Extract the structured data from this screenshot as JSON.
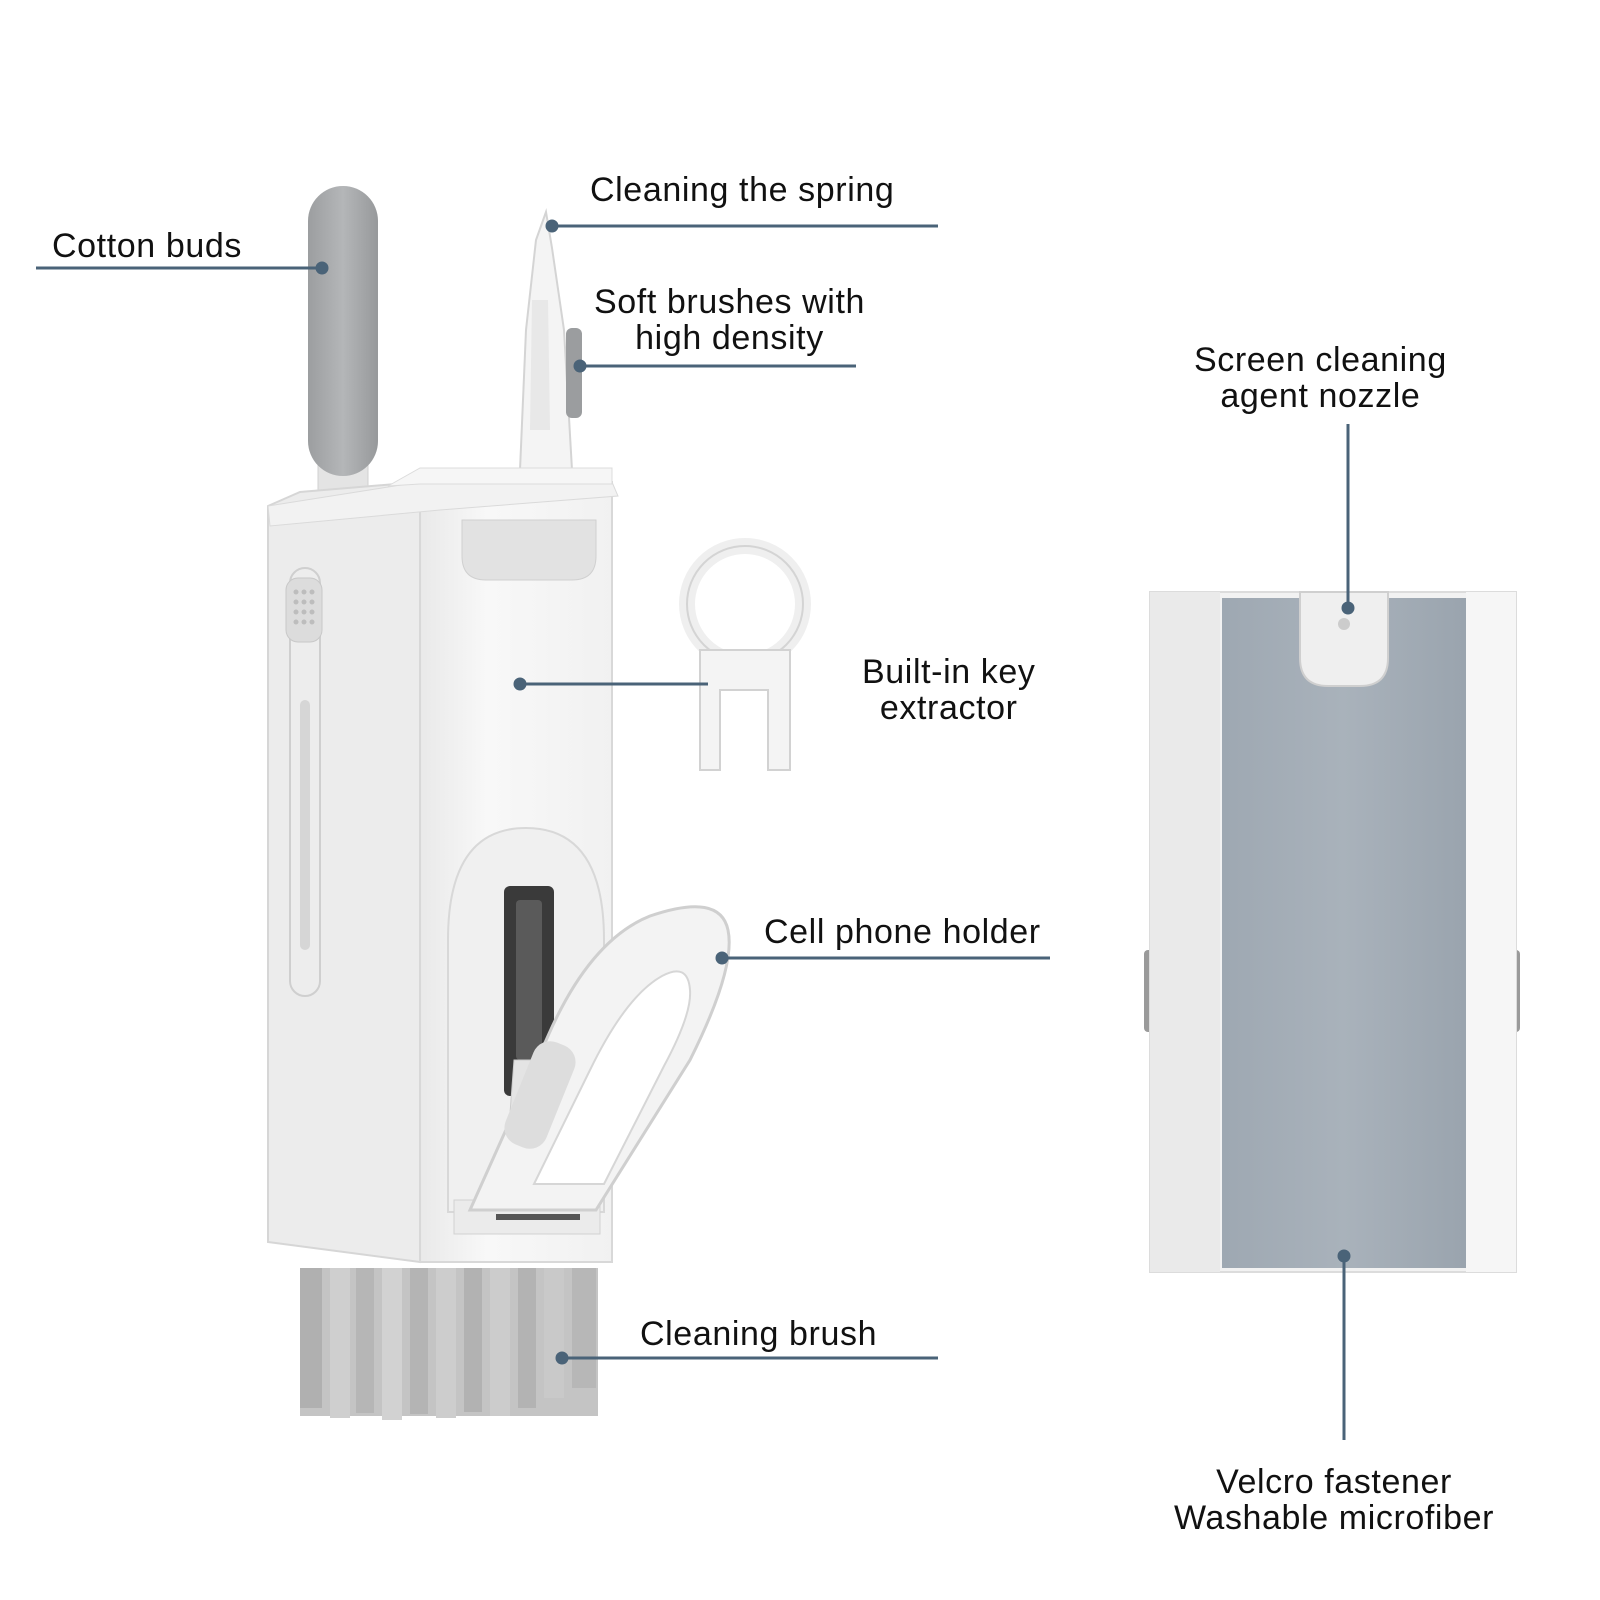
{
  "callouts": {
    "cotton_buds": {
      "lines": [
        "Cotton buds"
      ]
    },
    "cleaning_spring": {
      "lines": [
        "Cleaning the spring"
      ]
    },
    "soft_brushes": {
      "lines": [
        "Soft brushes with",
        "high density"
      ]
    },
    "key_extractor": {
      "lines": [
        "Built-in key",
        "extractor"
      ]
    },
    "phone_holder": {
      "lines": [
        "Cell phone holder"
      ]
    },
    "cleaning_brush": {
      "lines": [
        "Cleaning brush"
      ]
    },
    "nozzle": {
      "lines": [
        "Screen cleaning",
        "agent nozzle"
      ]
    },
    "microfiber": {
      "lines": [
        "Velcro fastener",
        "Washable microfiber"
      ]
    }
  },
  "colors": {
    "leader_line": "#4a6378",
    "body_white": "#f6f6f6",
    "body_shade": "#e6e6e6",
    "foam_gray": "#a7a9ab",
    "microfiber_gray": "#a4adb6",
    "bristle_gray": "#b9b9b9"
  }
}
